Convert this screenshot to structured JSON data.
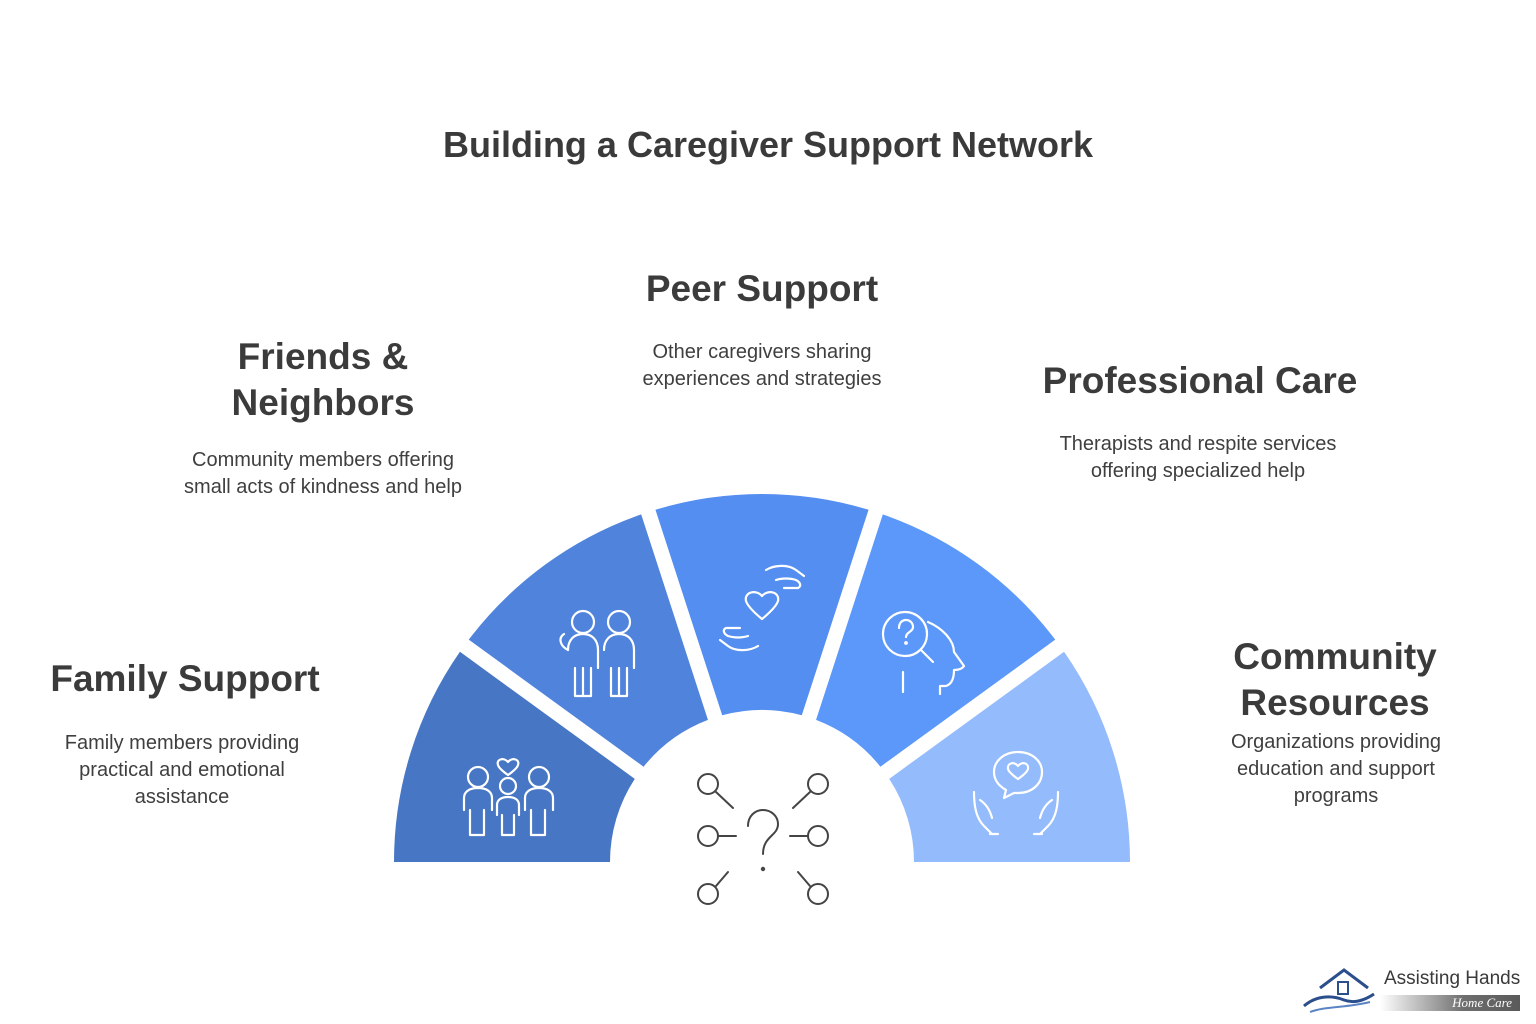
{
  "title": "Building a Caregiver Support Network",
  "segments": [
    {
      "title": "Family Support",
      "description": "Family members providing practical and emotional assistance",
      "color": "#4776c4",
      "icon": "family-icon"
    },
    {
      "title": "Friends & Neighbors",
      "description": "Community members offering small acts of kindness and help",
      "color": "#5083db",
      "icon": "friends-icon"
    },
    {
      "title": "Peer Support",
      "description": "Other caregivers sharing experiences and strategies",
      "color": "#548ef0",
      "icon": "heart-hands-icon"
    },
    {
      "title": "Professional Care",
      "description": "Therapists and respite services offering specialized help",
      "color": "#5b98fa",
      "icon": "professional-head-icon"
    },
    {
      "title": "Community Resources",
      "description": "Organizations providing education and support programs",
      "color": "#94bbfb",
      "icon": "caring-hands-icon"
    }
  ],
  "center_icon": "question-network-icon",
  "logo": {
    "name": "Assisting Hands",
    "subtitle": "Home Care",
    "icon": "house-hand-icon"
  }
}
